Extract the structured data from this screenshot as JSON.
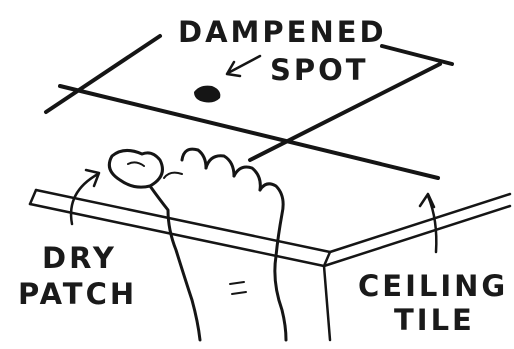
{
  "labels": {
    "dampened": "DAMPENED",
    "spot": "SPOT",
    "dry": "DRY",
    "patch": "PATCH",
    "ceiling": "CEILING",
    "tile": "TILE"
  },
  "colors": {
    "ink": "#151515",
    "paper": "#ffffff"
  }
}
